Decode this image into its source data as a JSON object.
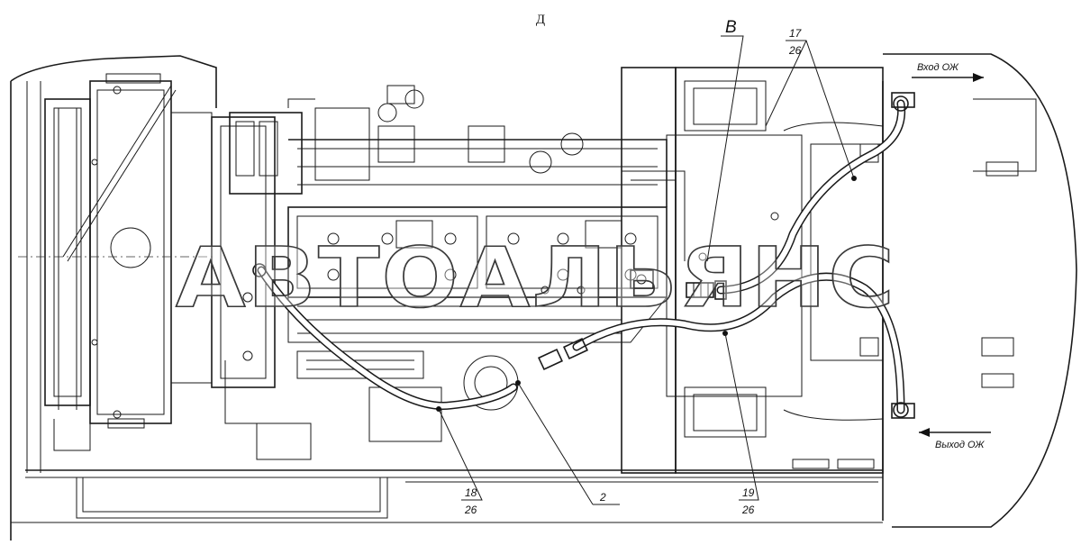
{
  "view_label": "Д",
  "detail_label": "В",
  "watermark": "АВТОАЛЬЯНС",
  "flow_labels": {
    "inlet": "Вход ОЖ",
    "outlet": "Выход ОЖ"
  },
  "callouts": [
    {
      "id": "17",
      "top": "17",
      "bottom": "26"
    },
    {
      "id": "18",
      "top": "18",
      "bottom": "26"
    },
    {
      "id": "19",
      "top": "19",
      "bottom": "26"
    },
    {
      "id": "2",
      "top": "2",
      "bottom": ""
    }
  ]
}
